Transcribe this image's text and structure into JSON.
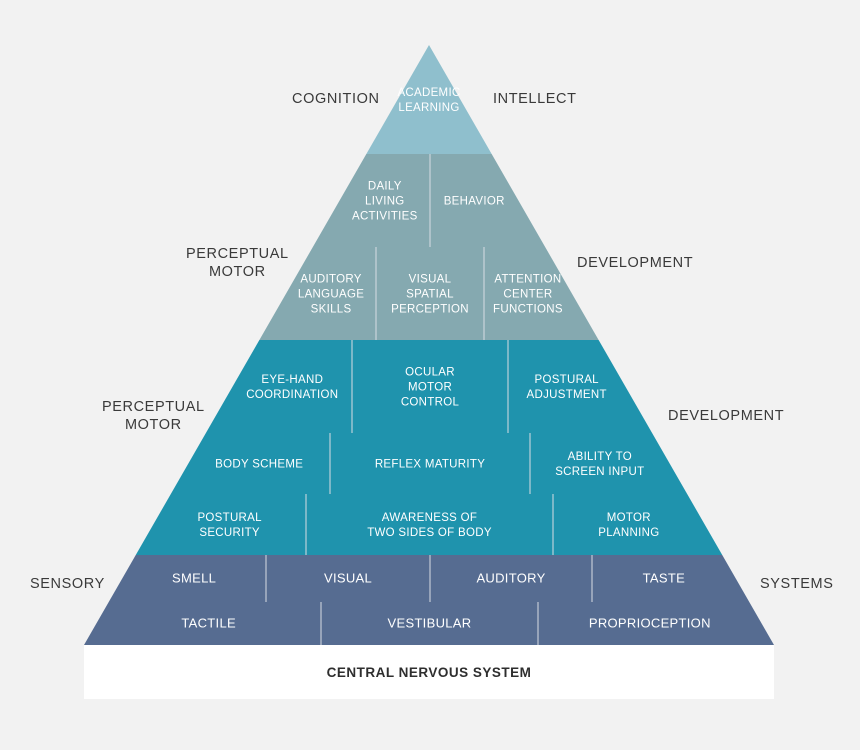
{
  "colors": {
    "background": "#f2f2f2",
    "cognition": "#8fbfcd",
    "perceptual_upper": "#85a9b0",
    "perceptual_lower": "#1f93ad",
    "sensory": "#566c91",
    "divider": "#d8dde3"
  },
  "side_labels": {
    "cognition": "COGNITION",
    "intellect": "INTELLECT",
    "perceptual_motor_upper": "PERCEPTUAL\nMOTOR",
    "development_upper": "DEVELOPMENT",
    "perceptual_motor_lower": "PERCEPTUAL\nMOTOR",
    "development_lower": "DEVELOPMENT",
    "sensory": "SENSORY",
    "systems": "SYSTEMS"
  },
  "levels": [
    {
      "name": "academic",
      "band": "cognition",
      "cells": [
        {
          "label": "ACADEMIC\nLEARNING"
        }
      ]
    },
    {
      "name": "daily",
      "band": "perceptual_upper",
      "cells": [
        {
          "label": "DAILY\nLIVING\nACTIVITIES"
        },
        {
          "label": "BEHAVIOR"
        }
      ]
    },
    {
      "name": "auditory-visual",
      "band": "perceptual_upper",
      "cells": [
        {
          "label": "AUDITORY\nLANGUAGE\nSKILLS"
        },
        {
          "label": "VISUAL\nSPATIAL\nPERCEPTION"
        },
        {
          "label": "ATTENTION\nCENTER\nFUNCTIONS"
        }
      ]
    },
    {
      "name": "eye-hand",
      "band": "perceptual_lower",
      "cells": [
        {
          "label": "EYE-HAND\nCOORDINATION"
        },
        {
          "label": "OCULAR\nMOTOR\nCONTROL"
        },
        {
          "label": "POSTURAL\nADJUSTMENT"
        }
      ]
    },
    {
      "name": "body-scheme",
      "band": "perceptual_lower",
      "cells": [
        {
          "label": "BODY SCHEME"
        },
        {
          "label": "REFLEX MATURITY"
        },
        {
          "label": "ABILITY TO\nSCREEN INPUT"
        }
      ]
    },
    {
      "name": "postural",
      "band": "perceptual_lower",
      "cells": [
        {
          "label": "POSTURAL\nSECURITY"
        },
        {
          "label": "AWARENESS OF\nTWO SIDES OF BODY"
        },
        {
          "label": "MOTOR\nPLANNING"
        }
      ]
    },
    {
      "name": "senses-1",
      "band": "sensory",
      "cells": [
        {
          "label": "SMELL"
        },
        {
          "label": "VISUAL"
        },
        {
          "label": "AUDITORY"
        },
        {
          "label": "TASTE"
        }
      ]
    },
    {
      "name": "senses-2",
      "band": "sensory",
      "cells": [
        {
          "label": "TACTILE"
        },
        {
          "label": "VESTIBULAR"
        },
        {
          "label": "PROPRIOCEPTION"
        }
      ]
    }
  ],
  "base": {
    "label": "CENTRAL NERVOUS SYSTEM"
  }
}
